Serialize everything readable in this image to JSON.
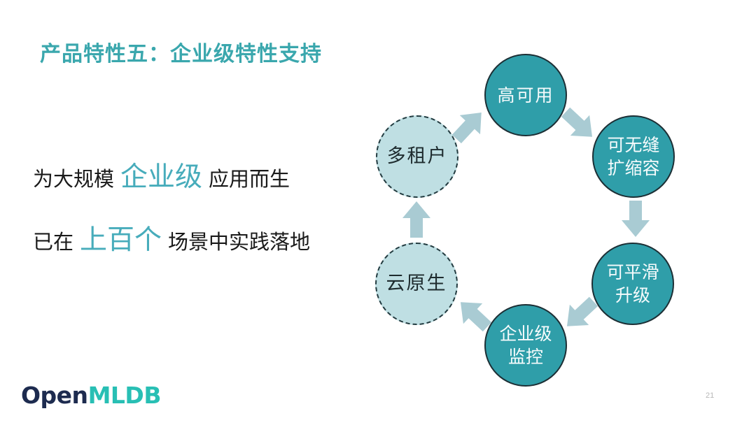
{
  "slide": {
    "title": "产品特性五：企业级特性支持",
    "page_number": "21",
    "background_color": "#ffffff",
    "title_color": "#3aa7ad"
  },
  "intro": {
    "line1_prefix": "为大规模",
    "line1_highlight": "企业级",
    "line1_suffix": "应用而生",
    "line2_prefix": "已在",
    "line2_highlight": "上百个",
    "line2_suffix": "场景中实践落地",
    "highlight_color": "#47acbb",
    "text_color": "#1a1a1a"
  },
  "logo": {
    "part1": "Open",
    "part2": "MLDB",
    "part1_color": "#1d2b4f",
    "part2_color": "#28bfb4"
  },
  "diagram": {
    "name": "enterprise-feature-cycle",
    "nodes": [
      {
        "id": "high-availability",
        "label": "高可用",
        "style": "solid"
      },
      {
        "id": "seamless-scaling",
        "label": "可无缝\n扩缩容",
        "style": "solid"
      },
      {
        "id": "smooth-upgrade",
        "label": "可平滑\n升级",
        "style": "solid"
      },
      {
        "id": "enterprise-monitoring",
        "label": "企业级\n监控",
        "style": "solid"
      },
      {
        "id": "cloud-native",
        "label": "云原生",
        "style": "dashed"
      },
      {
        "id": "multi-tenant",
        "label": "多租户",
        "style": "dashed"
      }
    ],
    "colors": {
      "solid_fill": "#2f9ea9",
      "solid_border": "#1c2f35",
      "solid_text": "#f6fbfc",
      "dashed_fill": "#bfdfe3",
      "dashed_border": "#223b40",
      "dashed_text": "#1e2b2e",
      "arrow": "#a9cbd3"
    }
  }
}
